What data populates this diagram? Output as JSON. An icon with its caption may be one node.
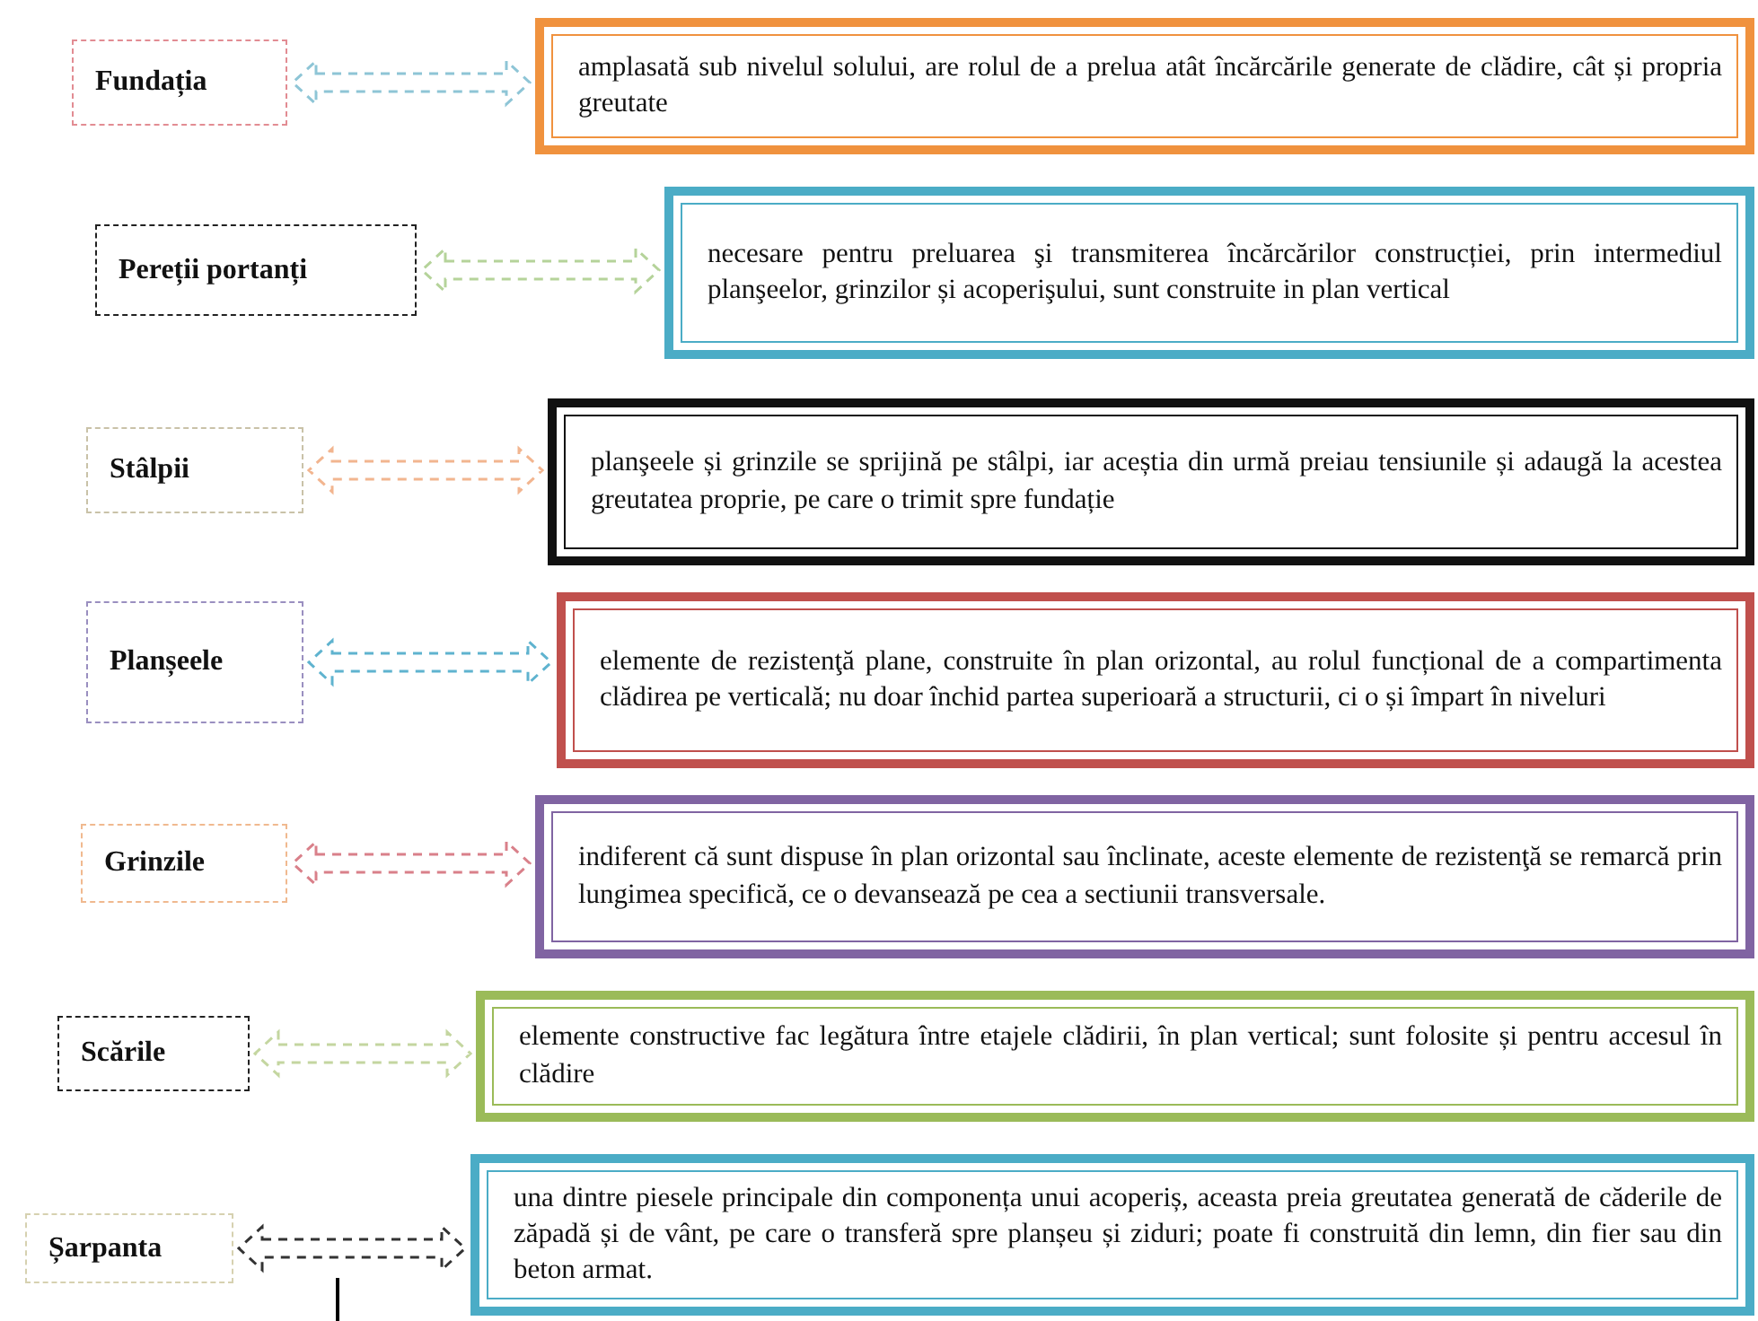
{
  "diagram": {
    "nodes": [
      {
        "text": [
          "Fundația"
        ]
      },
      {
        "text": [
          "Pereții portanți"
        ]
      },
      {
        "text": [
          "Stâlpii"
        ]
      },
      {
        "text": [
          "Planșeele"
        ]
      },
      {
        "text": [
          "Grinzile"
        ]
      },
      {
        "text": [
          "Scările"
        ]
      },
      {
        "text": [
          "Șarpanta"
        ]
      },
      {
        "text": [
          "amplasată sub nivelul solului, are rolul de a prelua atât încărcările generate de clădire, cât și propria greutate"
        ]
      },
      {
        "text": [
          "necesare pentru preluarea şi transmiterea încărcărilor construcției, prin intermediul planşeelor, grinzilor și acoperişului, sunt construite in plan vertical"
        ]
      },
      {
        "text": [
          "planşeele și grinzile se sprijină pe stâlpi, iar aceștia din urmă preiau tensiunile și adaugă la acestea greutatea proprie, pe care o trimit spre fundație"
        ]
      },
      {
        "text": [
          "elemente de rezistenţă plane, construite în plan orizontal, au rolul funcțional de a compartimenta clădirea pe verticală; nu doar închid partea superioară a structurii, ci o și împart în niveluri"
        ]
      },
      {
        "text": [
          "indiferent că sunt dispuse în plan orizontal sau înclinate, aceste elemente de rezistenţă se remarcă prin lungimea specifică, ce o devansează pe cea a sectiunii transversale."
        ]
      },
      {
        "text": [
          "elemente constructive fac legătura între etajele clădirii, în plan vertical; sunt folosite și pentru accesul în clădire"
        ]
      },
      {
        "text": [
          "una dintre piesele principale din componența unui acoperiș, aceasta preia greutatea generată de căderile de zăpadă și de vânt, pe care o transferă spre planșeu și ziduri; poate fi construită din lemn, din fier sau din beton armat."
        ]
      }
    ],
    "edges": [
      {
        "from": 0,
        "to": 7,
        "arrow": "both",
        "style": "dashed",
        "color": "#8ec5d6"
      },
      {
        "from": 1,
        "to": 8,
        "arrow": "both",
        "style": "dashed",
        "color": "#b5d39a"
      },
      {
        "from": 2,
        "to": 9,
        "arrow": "both",
        "style": "dashed",
        "color": "#f2b58f"
      },
      {
        "from": 3,
        "to": 10,
        "arrow": "both",
        "style": "dashed",
        "color": "#5fb3cf"
      },
      {
        "from": 4,
        "to": 11,
        "arrow": "both",
        "style": "dashed",
        "color": "#d9808a"
      },
      {
        "from": 5,
        "to": 12,
        "arrow": "both",
        "style": "dashed",
        "color": "#c4d6a0"
      },
      {
        "from": 6,
        "to": 13,
        "arrow": "both",
        "style": "dashed",
        "color": "#333333"
      }
    ]
  }
}
